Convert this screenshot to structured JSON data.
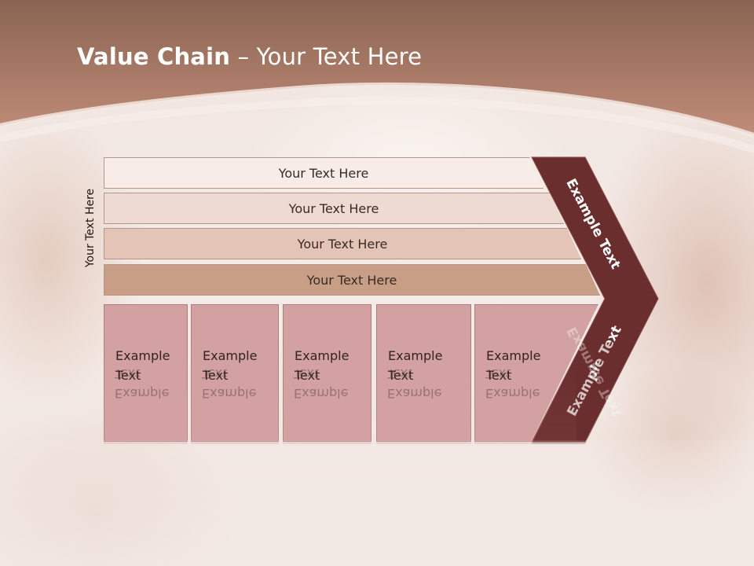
{
  "slide": {
    "title_bold": "Value Chain",
    "title_rest": " – Your Text Here",
    "side_label": "Your Text Here",
    "bars": [
      {
        "label": "Your Text Here",
        "color": "#f7ece8"
      },
      {
        "label": "Your Text Here",
        "color": "#eedad2"
      },
      {
        "label": "Your Text Here",
        "color": "#e3c4b7"
      },
      {
        "label": "Your Text Here",
        "color": "#c99e87"
      }
    ],
    "columns": [
      {
        "line1": "Example",
        "line2": "Text"
      },
      {
        "line1": "Example",
        "line2": "Text"
      },
      {
        "line1": "Example",
        "line2": "Text"
      },
      {
        "line1": "Example",
        "line2": "Text"
      },
      {
        "line1": "Example",
        "line2": "Text"
      }
    ],
    "chevron_top_label": "Example Text",
    "chevron_bottom_label": "Example Text"
  },
  "colors": {
    "header_dark": "#8a6452",
    "header_light": "#c08c78",
    "chevron": "#6b2e2e",
    "column_fill": "#d3a1a1"
  }
}
